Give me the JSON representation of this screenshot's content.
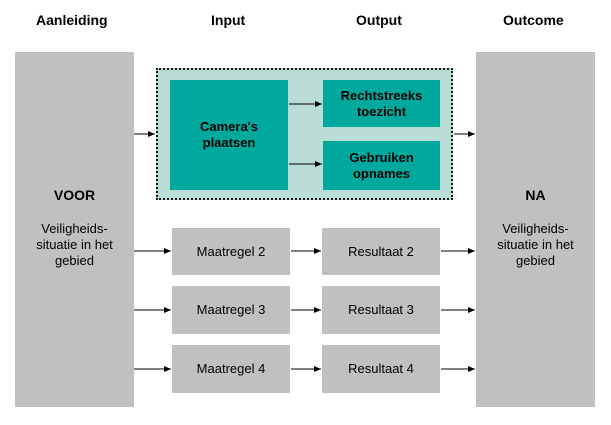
{
  "headers": {
    "aanleiding": "Aanleiding",
    "input": "Input",
    "output": "Output",
    "outcome": "Outcome"
  },
  "left_column": {
    "title": "VOOR",
    "text_lines": [
      "Veiligheids-",
      "situatie in het",
      "gebied"
    ]
  },
  "right_column": {
    "title": "NA",
    "text_lines": [
      "Veiligheids-",
      "situatie in het",
      "gebied"
    ]
  },
  "group": {
    "input_lines": [
      "Camera's",
      "plaatsen"
    ],
    "outputs": [
      {
        "lines": [
          "Rechtstreeks",
          "toezicht"
        ]
      },
      {
        "lines": [
          "Gebruiken",
          "opnames"
        ]
      }
    ]
  },
  "rows": [
    {
      "input": "Maatregel 2",
      "output": "Resultaat 2"
    },
    {
      "input": "Maatregel 3",
      "output": "Resultaat 3"
    },
    {
      "input": "Maatregel 4",
      "output": "Resultaat 4"
    }
  ],
  "colors": {
    "grey": "#c0c0c0",
    "teal": "#00a99d",
    "teal_light": "#b9dcd7"
  }
}
